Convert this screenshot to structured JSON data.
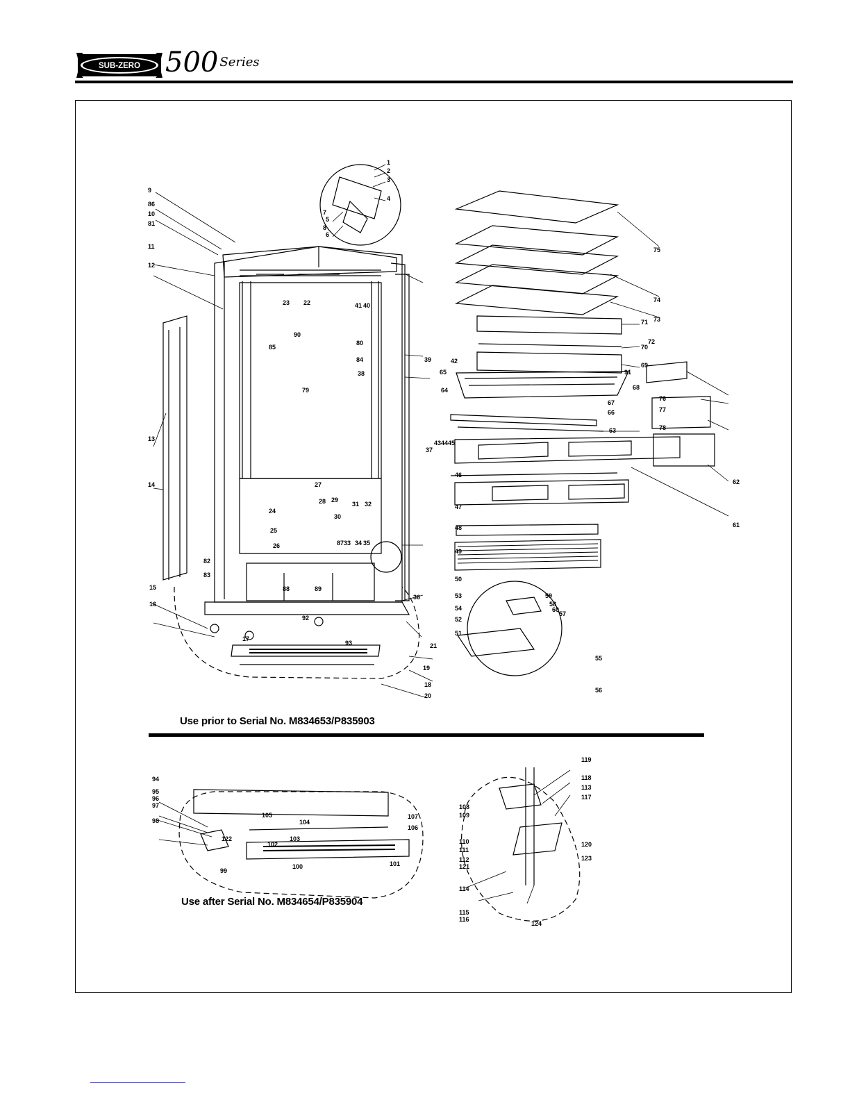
{
  "header": {
    "brand_logo": "SUB-ZERO",
    "series_number": "500",
    "series_word": "Series"
  },
  "captions": {
    "prior": "Use prior to  Serial No. M834653/P835903",
    "after": "Use after  Serial No. M834654/P835904"
  },
  "upper_labels": [
    "1",
    "2",
    "3",
    "4",
    "5",
    "6",
    "7",
    "8",
    "9",
    "86",
    "10",
    "81",
    "11",
    "12",
    "23",
    "22",
    "41",
    "40",
    "90",
    "85",
    "80",
    "84",
    "38",
    "39",
    "79",
    "42",
    "91",
    "68",
    "76",
    "77",
    "78",
    "75",
    "74",
    "73",
    "72",
    "71",
    "70",
    "69",
    "67",
    "66",
    "65",
    "64",
    "63",
    "62",
    "61",
    "13",
    "14",
    "37",
    "43",
    "44",
    "45",
    "46",
    "47",
    "24",
    "27",
    "28",
    "29",
    "30",
    "31",
    "32",
    "25",
    "26",
    "87",
    "33",
    "34",
    "35",
    "82",
    "83",
    "48",
    "49",
    "50",
    "53",
    "54",
    "52",
    "51",
    "59",
    "58",
    "60",
    "57",
    "55",
    "56",
    "15",
    "16",
    "17",
    "92",
    "93",
    "88",
    "89",
    "21",
    "36",
    "19",
    "18",
    "20"
  ],
  "lower_labels": [
    "94",
    "95",
    "96",
    "97",
    "98",
    "122",
    "99",
    "105",
    "104",
    "103",
    "102",
    "100",
    "101",
    "107",
    "106",
    "119",
    "118",
    "113",
    "117",
    "108",
    "109",
    "110",
    "111",
    "112",
    "121",
    "114",
    "115",
    "116",
    "120",
    "123",
    "124"
  ]
}
